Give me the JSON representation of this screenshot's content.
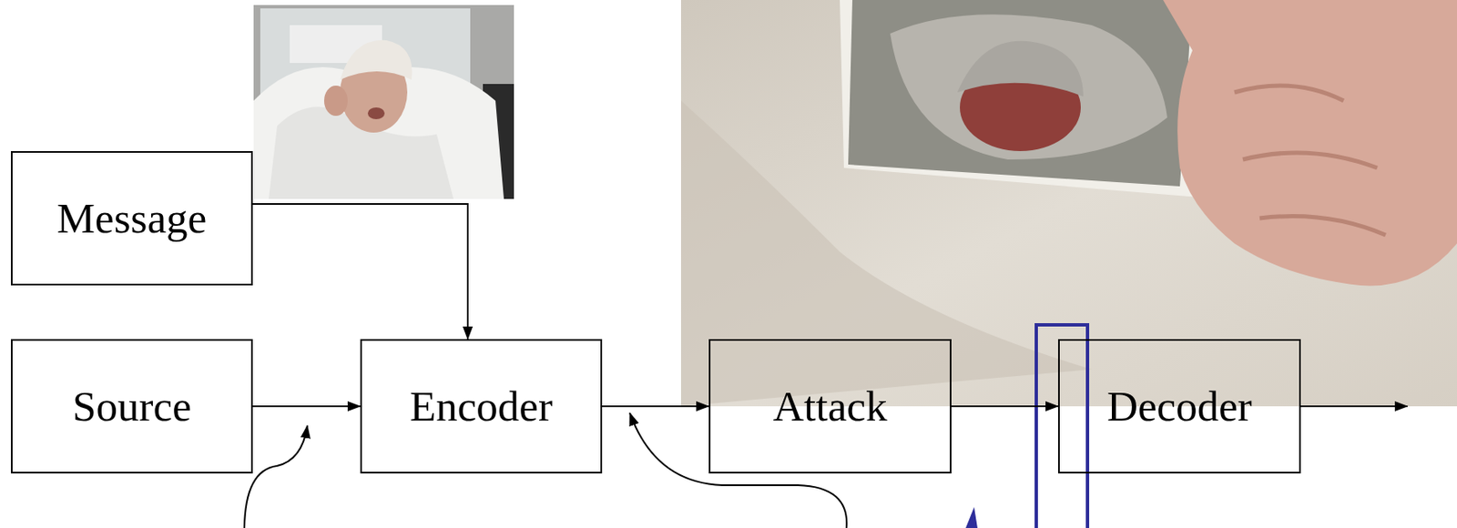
{
  "diagram": {
    "nodes": [
      {
        "text": [
          "Message"
        ]
      },
      {
        "text": [
          "Source"
        ]
      },
      {
        "text": [
          "Encoder"
        ]
      },
      {
        "text": [
          "Attack"
        ]
      },
      {
        "text": [
          "Decoder"
        ]
      }
    ],
    "edges": [
      {
        "from": 0,
        "to": 2,
        "arrow": "to"
      },
      {
        "from": 1,
        "to": 2,
        "arrow": "to"
      },
      {
        "from": 2,
        "to": 3,
        "arrow": "to"
      },
      {
        "from": 3,
        "to": 4,
        "arrow": "to"
      }
    ]
  }
}
